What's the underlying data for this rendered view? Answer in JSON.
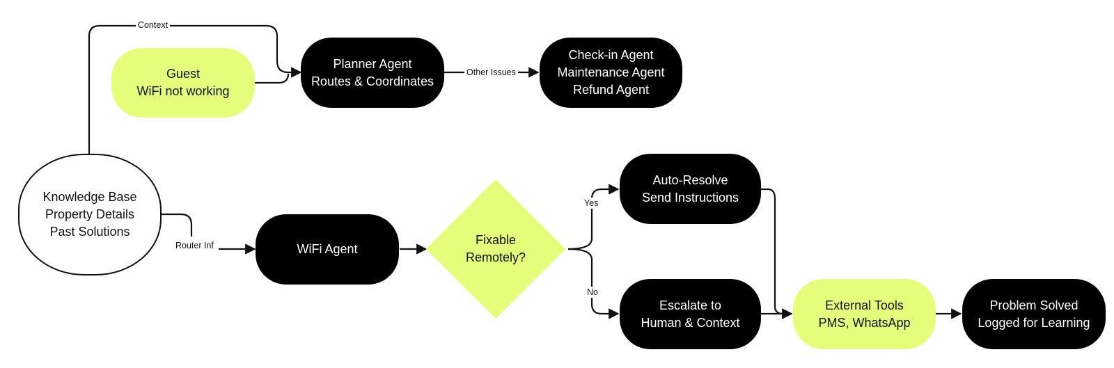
{
  "colors": {
    "accent": "#e6fd7b",
    "dark": "#000000",
    "line": "#111111"
  },
  "nodes": {
    "guest": {
      "lines": [
        "Guest",
        "WiFi not working"
      ]
    },
    "planner": {
      "lines": [
        "Planner Agent",
        "Routes & Coordinates"
      ]
    },
    "other_agents": {
      "lines": [
        "Check-in Agent",
        "Maintenance Agent",
        "Refund Agent"
      ]
    },
    "knowledge_base": {
      "lines": [
        "Knowledge Base",
        "Property Details",
        "Past Solutions"
      ]
    },
    "wifi_agent": {
      "lines": [
        "WiFi Agent"
      ]
    },
    "decision": {
      "lines": [
        "Fixable",
        "Remotely?"
      ]
    },
    "auto_resolve": {
      "lines": [
        "Auto-Resolve",
        "Send Instructions"
      ]
    },
    "escalate": {
      "lines": [
        "Escalate to",
        "Human & Context"
      ]
    },
    "external_tools": {
      "lines": [
        "External Tools",
        "PMS, WhatsApp"
      ]
    },
    "solved": {
      "lines": [
        "Problem Solved",
        "Logged for Learning"
      ]
    }
  },
  "edge_labels": {
    "context": "Context",
    "other_issues": "Other Issues",
    "router_info": "Router Inf",
    "yes": "Yes",
    "no": "No"
  }
}
